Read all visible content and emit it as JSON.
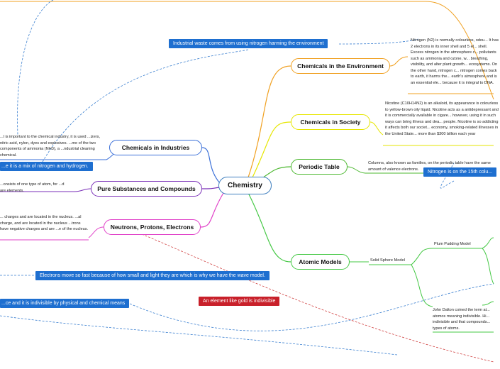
{
  "central": "Chemistry",
  "topics": [
    {
      "label": "Chemicals in the Environment",
      "color": "#f0a020"
    },
    {
      "label": "Chemicals in Society",
      "color": "#e6e600"
    },
    {
      "label": "Periodic Table",
      "color": "#4cb830"
    },
    {
      "label": "Atomic Models",
      "color": "#44c844"
    },
    {
      "label": "Chemicals in Industries",
      "color": "#3a6fd8"
    },
    {
      "label": "Pure Substances and Compounds",
      "color": "#7a2fb8"
    },
    {
      "label": "Neutrons, Protons, Electrons",
      "color": "#e040c8"
    }
  ],
  "notes": {
    "environment": "Nitrogen (N2) is normally colourless, odou... It has 2 electrons in its inner shell and 5 el... shell. Excess nitrogen in the atmosphere c... pollutants such as ammonia and ozone, w... breathing, visibility, and alter plant growth... ecosystems. On the other hand, nitrogen c... nitrogen comes back to earth, it harms the... earth's atmosphere and is an essential ele... because it is integral to DNA.",
    "society": "Nicotine (C10H14N2) is an alkaloid, its appearance is colourless to yellow-brown oily liquid. Nicotine acts as a antidepressant and it is commercially available in cigare... however, using it in such ways can bring illness and dea... people. Nicotine is so addicting it affects both our societ... economy, smoking-related illnesses in the United State... more than $300 billion each year",
    "periodic": "Columns, also known as families, on the periodic table have the same amount of valence electrons.",
    "industries": "...l is important to the chemical industry, it is used ...izers, nitric acid, nylon, dyes and explosives. ...me of the two components of ammonia (NH3), a ...ndustrial cleaning chemical.",
    "pure": "...onsists of one type of atom, for ...d are elements.",
    "subatomic": "... charges and are located in the nucleus. ...al charge, and are located in the nucleus ...trons have negative charges and are ...e of the nucleus.",
    "dalton": "John Dalton coined the term at... atomos meaning indivisible. Hi... indivisible and that compounds... types of atoms."
  },
  "callouts": {
    "industrial_waste": "Industrial waste comes from using nitrogen harming the environment",
    "nitrogen_15th": "Nitrogen is on the 15th colu...",
    "mix": "...e it is a mix of nitrogen and hydrogen.",
    "electrons_move": "Electrons move so fast because of how small and light they are which is why we have the wave model.",
    "indivisible": "...ce and it is indivisible by physical and chemical means",
    "gold": "An element like gold is indivisible"
  },
  "leaves": {
    "solid_sphere": "Solid Sphere Model",
    "plum_pudding": "Plum Pudding Model"
  },
  "colors": {
    "root_border": "#3f7fbf",
    "callout_blue": "#1e6fd0",
    "callout_red": "#c8202a",
    "connector_blue_dashed": "#3a7fd0",
    "connector_red_dashed": "#d04040"
  }
}
